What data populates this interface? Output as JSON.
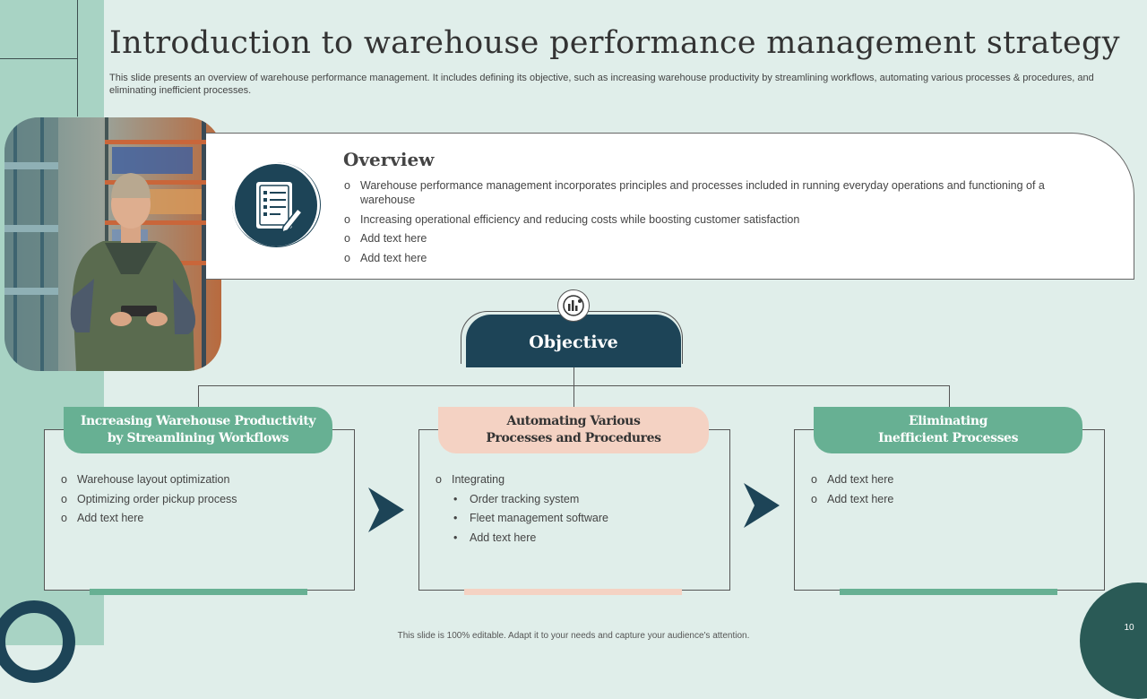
{
  "title": "Introduction to warehouse performance management strategy",
  "subtitle": "This slide presents an overview of warehouse performance management. It includes defining its objective, such as increasing warehouse productivity by streamlining workflows, automating various processes & procedures, and eliminating inefficient processes.",
  "overview": {
    "heading": "Overview",
    "items": [
      "Warehouse performance  management incorporates principles and processes included in running everyday operations and functioning of a warehouse",
      "Increasing operational efficiency and reducing costs while boosting customer satisfaction",
      "Add text here",
      "Add text here"
    ],
    "icon": "document-edit-icon"
  },
  "objective": {
    "label": "Objective",
    "icon": "chart-analytics-icon"
  },
  "cards": [
    {
      "heading": "Increasing Warehouse Productivity\nby Streamlining Workflows",
      "items": [
        "Warehouse layout optimization",
        "Optimizing order pickup process",
        "Add text here"
      ]
    },
    {
      "heading": "Automating Various\nProcesses and Procedures",
      "items": [
        "Integrating",
        "Order tracking system",
        "Fleet management software",
        "Add text here"
      ]
    },
    {
      "heading": "Eliminating\nInefficient Processes",
      "items": [
        "Add text here",
        "Add text here"
      ]
    }
  ],
  "footer": "This slide is 100% editable.  Adapt it to your needs and capture your audience's attention.",
  "slide_number": "10",
  "colors": {
    "dark_teal": "#1d4457",
    "green": "#67b093",
    "peach": "#f4d2c3",
    "background": "#e0eeea",
    "strip": "#a8d3c4"
  }
}
